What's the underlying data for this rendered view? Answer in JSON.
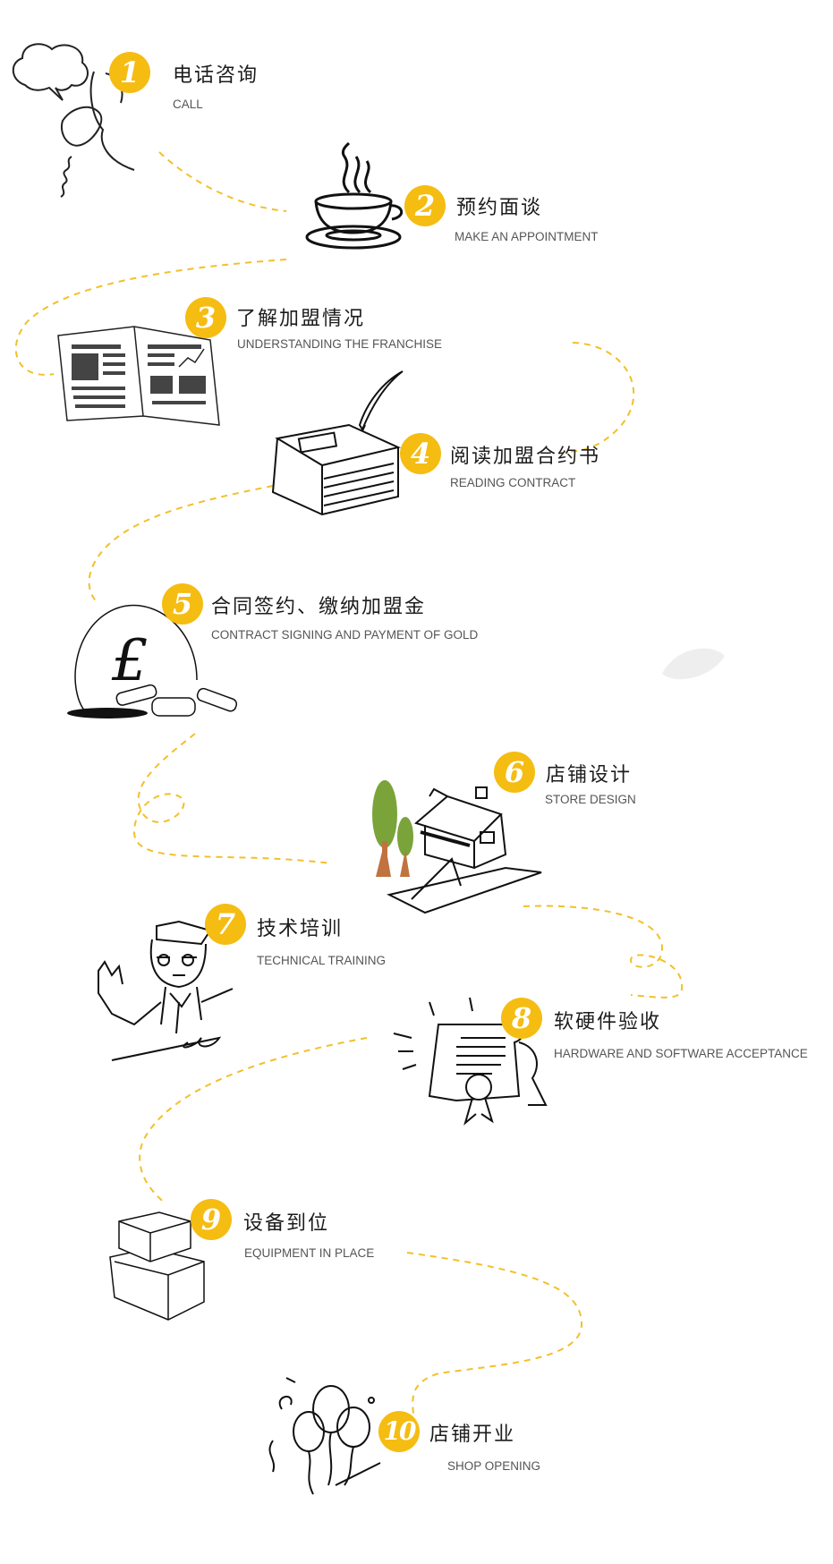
{
  "colors": {
    "accent": "#f5bc12",
    "title": "#1c1c1c",
    "subtitle": "#555555",
    "path": "#f2c02a"
  },
  "steps": [
    {
      "num": "1",
      "title": "电话咨询",
      "subtitle": "CALL",
      "icon": "telephone-icon"
    },
    {
      "num": "2",
      "title": "预约面谈",
      "subtitle": "MAKE AN APPOINTMENT",
      "icon": "coffee-cup-icon"
    },
    {
      "num": "3",
      "title": "了解加盟情况",
      "subtitle": "UNDERSTANDING THE FRANCHISE",
      "icon": "newspaper-icon"
    },
    {
      "num": "4",
      "title": "阅读加盟合约书",
      "subtitle": "READING CONTRACT",
      "icon": "book-quill-icon"
    },
    {
      "num": "5",
      "title": "合同签约、缴纳加盟金",
      "subtitle": "CONTRACT SIGNING AND PAYMENT OF GOLD",
      "icon": "money-bag-icon"
    },
    {
      "num": "6",
      "title": "店铺设计",
      "subtitle": "STORE DESIGN",
      "icon": "house-design-icon"
    },
    {
      "num": "7",
      "title": "技术培训",
      "subtitle": "TECHNICAL TRAINING",
      "icon": "trainer-icon"
    },
    {
      "num": "8",
      "title": "软硬件验收",
      "subtitle": "HARDWARE AND SOFTWARE ACCEPTANCE",
      "icon": "certificate-icon"
    },
    {
      "num": "9",
      "title": "设备到位",
      "subtitle": "EQUIPMENT IN PLACE",
      "icon": "boxes-icon"
    },
    {
      "num": "10",
      "title": "店铺开业",
      "subtitle": "SHOP OPENING",
      "icon": "balloons-icon"
    }
  ]
}
